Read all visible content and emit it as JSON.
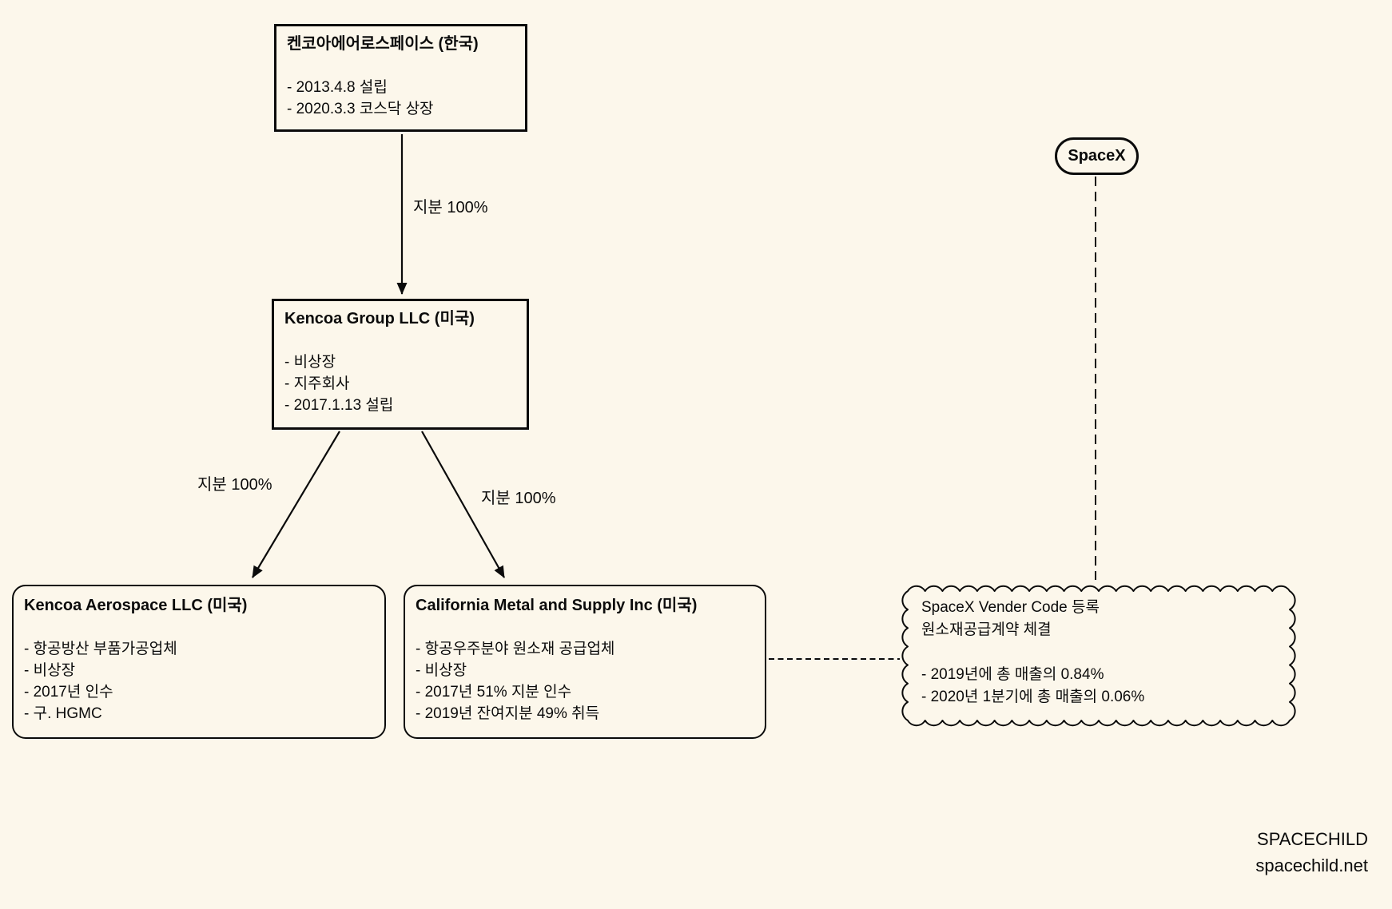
{
  "nodes": {
    "kencoa_kr": {
      "title": "켄코아에어로스페이스 (한국)",
      "lines": [
        "- 2013.4.8 설립",
        "- 2020.3.3 코스닥 상장"
      ]
    },
    "kencoa_group": {
      "title": "Kencoa Group LLC (미국)",
      "lines": [
        "- 비상장",
        "- 지주회사",
        "- 2017.1.13 설립"
      ]
    },
    "kencoa_aero": {
      "title": "Kencoa Aerospace LLC (미국)",
      "lines": [
        "- 항공방산 부품가공업체",
        "- 비상장",
        "- 2017년 인수",
        "- 구. HGMC"
      ]
    },
    "cal_metal": {
      "title": "California Metal and Supply Inc (미국)",
      "lines": [
        "- 항공우주분야 원소재 공급업체",
        "- 비상장",
        "- 2017년 51% 지분 인수",
        "- 2019년 잔여지분 49% 취득"
      ]
    },
    "spacex": {
      "label": "SpaceX"
    },
    "spacex_note": {
      "lines_top": [
        "SpaceX Vender Code 등록",
        "원소재공급계약 체결"
      ],
      "lines_bottom": [
        "- 2019년에 총 매출의 0.84%",
        "- 2020년 1분기에 총 매출의 0.06%"
      ]
    }
  },
  "edges": {
    "kr_to_group_label": "지분 100%",
    "group_to_aero_label": "지분 100%",
    "group_to_cal_label": "지분 100%"
  },
  "credit": {
    "line1": "SPACECHILD",
    "line2": "spacechild.net"
  },
  "colors": {
    "background": "#fcf7eb",
    "ink": "#0b0b0b"
  }
}
